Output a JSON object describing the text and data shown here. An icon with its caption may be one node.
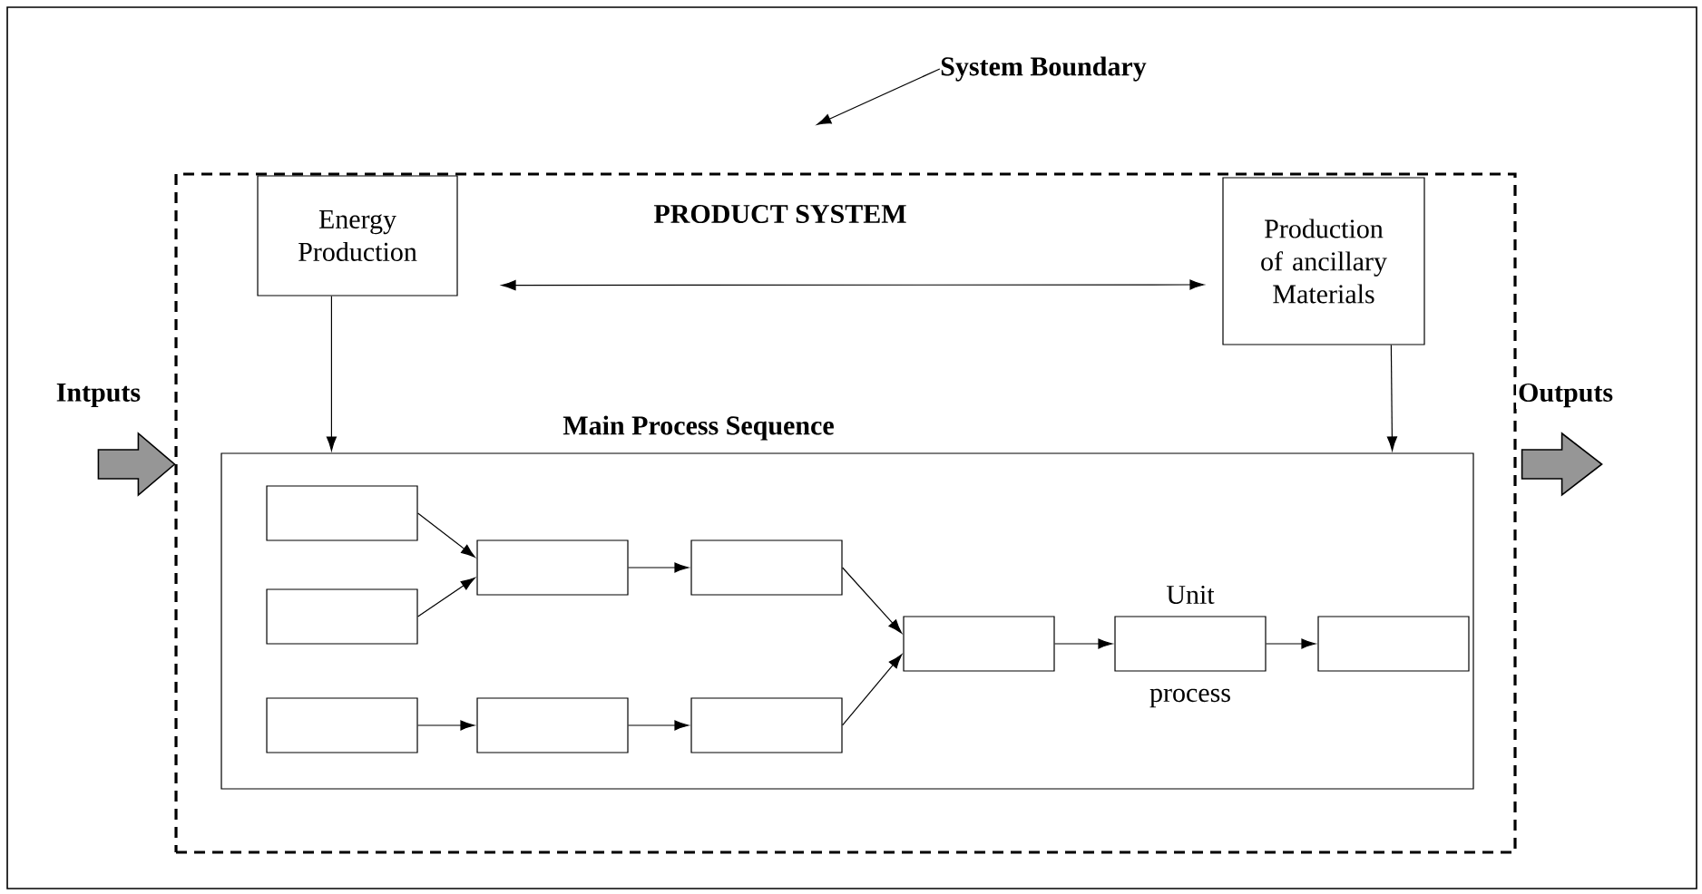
{
  "diagram": {
    "nodes": [
      {
        "text": [
          "PRODUCT SYSTEM"
        ]
      },
      {
        "text": [
          "System Boundary"
        ]
      },
      {
        "text": [
          "Energy Production"
        ],
        "in": 0
      },
      {
        "text": [
          "Production of ancillary Materials"
        ],
        "in": 0
      },
      {
        "text": [
          "Main Process Sequence"
        ],
        "in": 0
      },
      {
        "text": [],
        "shape": "box",
        "in": 4
      },
      {
        "text": [],
        "shape": "box",
        "in": 4
      },
      {
        "text": [],
        "shape": "box",
        "in": 4
      },
      {
        "text": [],
        "shape": "box",
        "in": 4
      },
      {
        "text": [],
        "shape": "box",
        "in": 4
      },
      {
        "text": [],
        "shape": "box",
        "in": 4
      },
      {
        "text": [],
        "shape": "box",
        "in": 4
      },
      {
        "text": [],
        "shape": "box",
        "in": 4
      },
      {
        "text": [],
        "shape": "box",
        "in": 4,
        "beside": [
          "Unit",
          "process"
        ]
      },
      {
        "text": [],
        "shape": "box",
        "in": 4
      }
    ],
    "edges": [
      {
        "from": 1,
        "to": 0,
        "arrow": "to"
      },
      {
        "from": 2,
        "to": 3,
        "arrow": "both"
      },
      {
        "from": 2,
        "to": 4,
        "arrow": "to"
      },
      {
        "from": 3,
        "to": 4,
        "arrow": "to"
      },
      {
        "from": 5,
        "to": 7,
        "arrow": "to"
      },
      {
        "from": 6,
        "to": 7,
        "arrow": "to"
      },
      {
        "from": 7,
        "to": 8,
        "arrow": "to"
      },
      {
        "from": 8,
        "to": 12,
        "arrow": "to"
      },
      {
        "from": 9,
        "to": 10,
        "arrow": "to"
      },
      {
        "from": 10,
        "to": 11,
        "arrow": "to"
      },
      {
        "from": 11,
        "to": 12,
        "arrow": "to"
      },
      {
        "from": 12,
        "to": 13,
        "arrow": "to"
      },
      {
        "from": 13,
        "to": 14,
        "arrow": "to"
      },
      {
        "from": null,
        "to": 0,
        "arrow": "to",
        "style": "thick",
        "label": "Intputs"
      },
      {
        "from": 0,
        "to": null,
        "arrow": "to",
        "style": "thick",
        "label": "Outputs"
      }
    ]
  }
}
